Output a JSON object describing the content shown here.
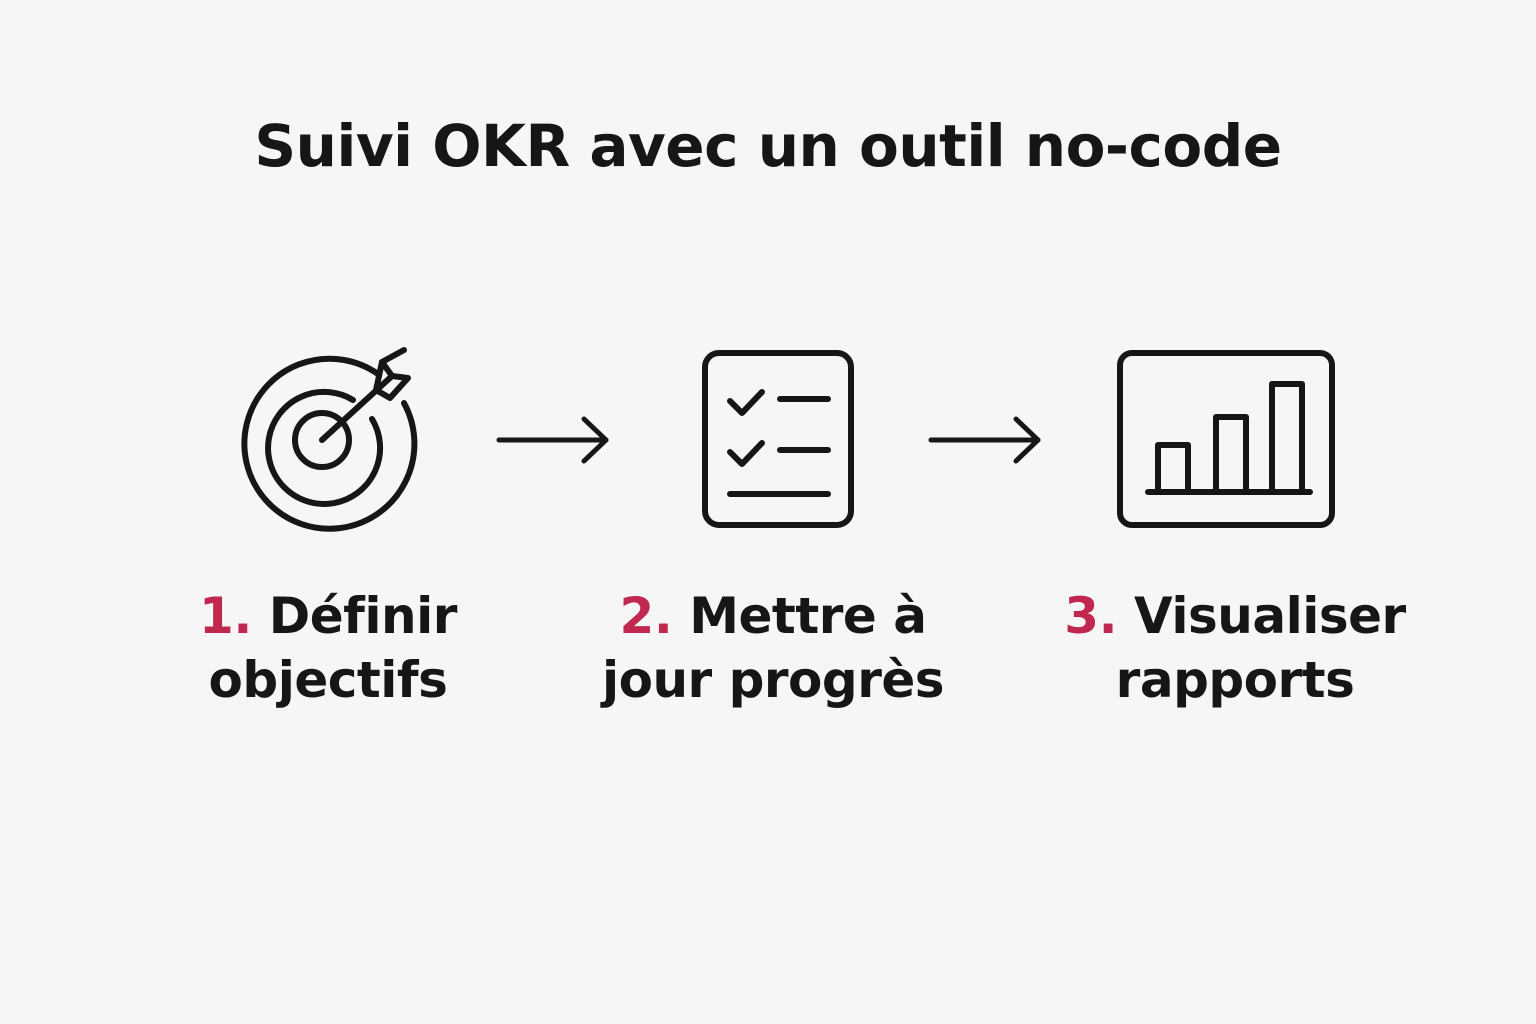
{
  "title": "Suivi OKR avec un outil no-code",
  "colors": {
    "accent": "#c0284f",
    "ink": "#161616",
    "background": "#f7f6f6"
  },
  "steps": [
    {
      "number": "1.",
      "line1": "Définir",
      "line2": "objectifs",
      "icon": "target-arrow-icon"
    },
    {
      "number": "2.",
      "line1": "Mettre à",
      "line2": "jour progrès",
      "icon": "checklist-icon"
    },
    {
      "number": "3.",
      "line1": "Visualiser",
      "line2": "rapports",
      "icon": "bar-chart-report-icon"
    }
  ]
}
